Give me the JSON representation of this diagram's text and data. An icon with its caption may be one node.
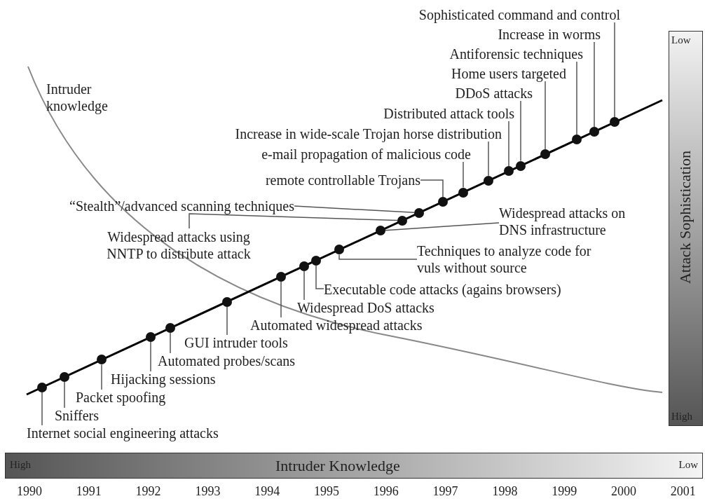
{
  "diagram": {
    "nodes": [
      {
        "text": [
          "Sophisticated command and control"
        ]
      },
      {
        "text": [
          "Increase in worms"
        ]
      },
      {
        "text": [
          "Antiforensic techniques"
        ]
      },
      {
        "text": [
          "Home users targeted"
        ]
      },
      {
        "text": [
          "DDoS attacks"
        ]
      },
      {
        "text": [
          "Distributed attack tools"
        ]
      },
      {
        "text": [
          "Increase in wide-scale Trojan horse distribution"
        ]
      },
      {
        "text": [
          "e-mail propagation of malicious code"
        ]
      },
      {
        "text": [
          "remote controllable Trojans"
        ]
      },
      {
        "text": [
          "“Stealth”/advanced scanning techniques"
        ]
      },
      {
        "text": [
          "Widespread attacks using NNTP to distribute attack"
        ]
      },
      {
        "text": [
          "Widespread attacks on DNS infrastructure"
        ]
      },
      {
        "text": [
          "Techniques to analyze code for vuls without source"
        ]
      },
      {
        "text": [
          "Executable code attacks (agains browsers)"
        ]
      },
      {
        "text": [
          "Widespread DoS attacks"
        ]
      },
      {
        "text": [
          "Automated widespread attacks"
        ]
      },
      {
        "text": [
          "GUI intruder tools"
        ]
      },
      {
        "text": [
          "Automated probes/scans"
        ]
      },
      {
        "text": [
          "Hijacking sessions"
        ]
      },
      {
        "text": [
          "Packet spoofing"
        ]
      },
      {
        "text": [
          "Sniffers"
        ]
      },
      {
        "text": [
          "Internet social engineering attacks"
        ]
      },
      {
        "text": [],
        "shape": "circle"
      },
      {
        "text": [],
        "shape": "circle"
      },
      {
        "text": [],
        "shape": "circle"
      },
      {
        "text": [],
        "shape": "circle"
      },
      {
        "text": [],
        "shape": "circle"
      },
      {
        "text": [],
        "shape": "circle"
      },
      {
        "text": [],
        "shape": "circle"
      },
      {
        "text": [],
        "shape": "circle"
      },
      {
        "text": [],
        "shape": "circle"
      },
      {
        "text": [],
        "shape": "circle"
      },
      {
        "text": [],
        "shape": "circle"
      },
      {
        "text": [],
        "shape": "circle"
      },
      {
        "text": [],
        "shape": "circle"
      },
      {
        "text": [],
        "shape": "circle"
      },
      {
        "text": [],
        "shape": "circle"
      },
      {
        "text": [],
        "shape": "circle"
      },
      {
        "text": [],
        "shape": "circle"
      },
      {
        "text": [],
        "shape": "circle"
      },
      {
        "text": [],
        "shape": "circle"
      },
      {
        "text": [],
        "shape": "circle"
      },
      {
        "text": [],
        "shape": "circle"
      },
      {
        "text": [],
        "shape": "circle"
      },
      {
        "text": [
          "Low",
          "Attack Sophistication",
          "High"
        ]
      },
      {
        "text": [
          "High",
          "Intruder Knowledge",
          "Low"
        ]
      }
    ],
    "edges": [
      {
        "from": 0,
        "to": 43,
        "arrow": "none"
      },
      {
        "from": 1,
        "to": 42,
        "arrow": "none"
      },
      {
        "from": 2,
        "to": 41,
        "arrow": "none"
      },
      {
        "from": 3,
        "to": 40,
        "arrow": "none"
      },
      {
        "from": 4,
        "to": 39,
        "arrow": "none"
      },
      {
        "from": 5,
        "to": 38,
        "arrow": "none"
      },
      {
        "from": 6,
        "to": 37,
        "arrow": "none"
      },
      {
        "from": 7,
        "to": 36,
        "arrow": "none"
      },
      {
        "from": 8,
        "to": 35,
        "arrow": "none"
      },
      {
        "from": 9,
        "to": 34,
        "arrow": "none"
      },
      {
        "from": 10,
        "to": 33,
        "arrow": "none"
      },
      {
        "from": 11,
        "to": 32,
        "arrow": "none"
      },
      {
        "from": 12,
        "to": 31,
        "arrow": "none"
      },
      {
        "from": 13,
        "to": 30,
        "arrow": "none"
      },
      {
        "from": 14,
        "to": 29,
        "arrow": "none"
      },
      {
        "from": 15,
        "to": 28,
        "arrow": "none"
      },
      {
        "from": 16,
        "to": 27,
        "arrow": "none"
      },
      {
        "from": 17,
        "to": 26,
        "arrow": "none"
      },
      {
        "from": 18,
        "to": 25,
        "arrow": "none"
      },
      {
        "from": 19,
        "to": 24,
        "arrow": "none"
      },
      {
        "from": 20,
        "to": 23,
        "arrow": "none"
      },
      {
        "from": 21,
        "to": 22,
        "arrow": "none"
      }
    ],
    "labels": [
      "Intruder knowledge",
      "1990",
      "1991",
      "1992",
      "1993",
      "1994",
      "1995",
      "1996",
      "1997",
      "1998",
      "1999",
      "2000",
      "2001"
    ]
  }
}
